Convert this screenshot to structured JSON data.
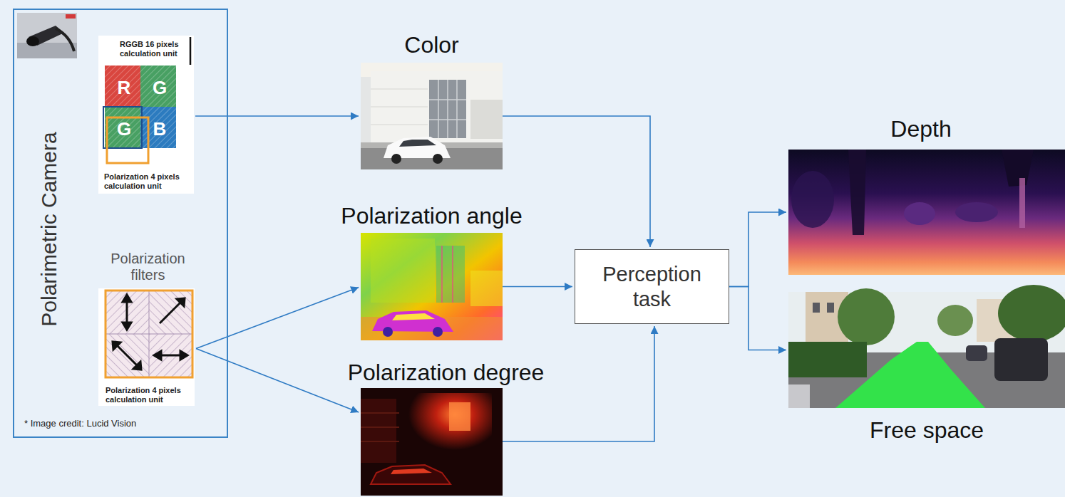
{
  "diagram": {
    "nodes": [
      {
        "text": [
          "Polarimetric Camera",
          "* Image credit: Lucid Vision"
        ]
      },
      {
        "text": [
          "RGGB 16 pixels calculation unit",
          "R",
          "G",
          "G",
          "B",
          "Polarization 4 pixels calculation unit"
        ],
        "in": 0
      },
      {
        "text": [
          "Polarization filters",
          "Polarization 4 pixels calculation unit"
        ],
        "in": 0
      },
      {
        "text": [
          "Color"
        ]
      },
      {
        "text": [
          "Polarization angle"
        ]
      },
      {
        "text": [
          "Polarization degree"
        ]
      },
      {
        "text": [
          "Perception task"
        ]
      },
      {
        "text": [
          "Depth"
        ]
      },
      {
        "text": [
          "Free space"
        ]
      }
    ],
    "edges": [
      {
        "from": 1,
        "to": 3,
        "arrow": "to"
      },
      {
        "from": 2,
        "to": 4,
        "arrow": "to"
      },
      {
        "from": 2,
        "to": 5,
        "arrow": "to"
      },
      {
        "from": 3,
        "to": 6,
        "arrow": "to"
      },
      {
        "from": 4,
        "to": 6,
        "arrow": "to"
      },
      {
        "from": 5,
        "to": 6,
        "arrow": "to"
      },
      {
        "from": 6,
        "to": 7,
        "arrow": "to"
      },
      {
        "from": 6,
        "to": 8,
        "arrow": "to"
      }
    ]
  }
}
